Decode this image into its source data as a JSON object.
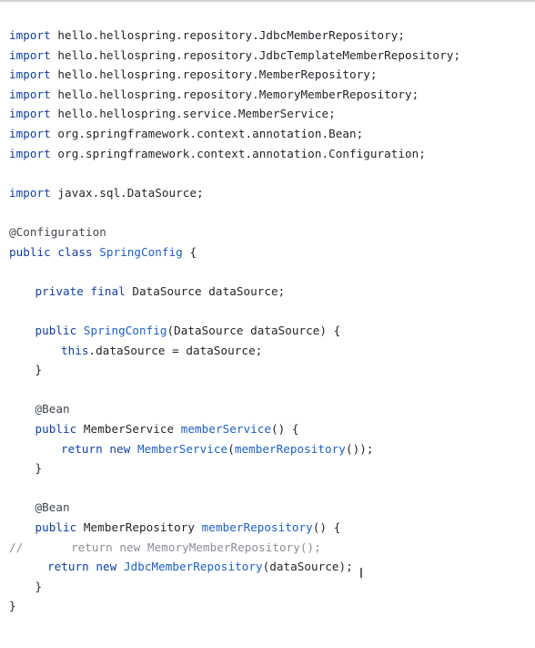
{
  "editor": {
    "lines": {
      "l1": {
        "kw": "import",
        "rest": " hello.hellospring.repository.JdbcMemberRepository;"
      },
      "l2": {
        "kw": "import",
        "rest": " hello.hellospring.repository.JdbcTemplateMemberRepository;"
      },
      "l3": {
        "kw": "import",
        "rest": " hello.hellospring.repository.MemberRepository;"
      },
      "l4": {
        "kw": "import",
        "rest": " hello.hellospring.repository.MemoryMemberRepository;"
      },
      "l5": {
        "kw": "import",
        "rest": " hello.hellospring.service.MemberService;"
      },
      "l6": {
        "kw": "import",
        "rest": " org.springframework.context.annotation.Bean;"
      },
      "l7": {
        "kw": "import",
        "rest": " org.springframework.context.annotation.Configuration;"
      },
      "l9": {
        "kw": "import",
        "rest": " javax.sql.DataSource;"
      },
      "l11": {
        "ann": "@Configuration"
      },
      "l12": {
        "kw": "public class",
        "fn": " SpringConfig",
        "rest": " {"
      },
      "l14": {
        "kw": "private final",
        "rest": " DataSource dataSource;"
      },
      "l16": {
        "kw": "public",
        "fn": " SpringConfig",
        "rest": "(DataSource dataSource) {"
      },
      "l17": {
        "kw": "this",
        "rest": ".dataSource = dataSource;"
      },
      "l18": {
        "rest": "}"
      },
      "l20": {
        "ann": "@Bean"
      },
      "l21": {
        "kw": "public",
        "type": " MemberService",
        "fn": " memberService",
        "rest": "() {"
      },
      "l22": {
        "kw": "return new",
        "fn": " MemberService",
        "p1": "(",
        "fn2": "memberRepository",
        "rest": "());"
      },
      "l23": {
        "rest": "}"
      },
      "l25": {
        "ann": "@Bean"
      },
      "l26": {
        "kw": "public",
        "type": " MemberRepository",
        "fn": " memberRepository",
        "rest": "() {"
      },
      "l27": {
        "prefix": "//",
        "cmt": "return new MemoryMemberRepository();"
      },
      "l28": {
        "kw": "return new",
        "fn": " JdbcMemberRepository",
        "rest": "(dataSource);"
      },
      "l29": {
        "rest": "}"
      },
      "l30": {
        "rest": "}"
      }
    }
  },
  "cursor": {
    "glyph": "I"
  }
}
